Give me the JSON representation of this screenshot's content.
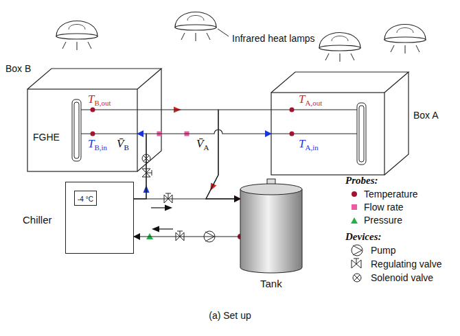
{
  "diagram": {
    "caption": "(a) Set up",
    "nodes": [
      {
        "text": [
          "Box B",
          "FGHE"
        ]
      },
      {
        "text": [
          "Box A"
        ]
      },
      {
        "text": [
          "Chiller"
        ]
      },
      {
        "text": [
          "-4 °C"
        ],
        "in": 2
      },
      {
        "text": [
          "Tank"
        ]
      }
    ],
    "edges": [
      {
        "from": 2,
        "to": 0,
        "arrow": "to"
      },
      {
        "from": 2,
        "to": 1,
        "arrow": "to"
      },
      {
        "from": 0,
        "to": 4,
        "arrow": "to"
      },
      {
        "from": 1,
        "to": 4,
        "arrow": "to"
      },
      {
        "from": 2,
        "to": 4,
        "arrow": "to"
      },
      {
        "from": 4,
        "to": 2,
        "arrow": "to"
      }
    ],
    "labels": [
      "Infrared heat lamps",
      "T",
      "B,out",
      "T",
      "A,out",
      "T",
      "B,in",
      "T",
      "A,in",
      "V̄",
      "B",
      "V̄",
      "A",
      "Probes:",
      "Devices:"
    ],
    "legend": [
      {
        "text": "Temperature"
      },
      {
        "text": "Flow rate"
      },
      {
        "text": "Pressure"
      },
      {
        "text": "Pump"
      },
      {
        "text": "Regulating valve"
      },
      {
        "text": "Solenoid valve"
      }
    ]
  }
}
